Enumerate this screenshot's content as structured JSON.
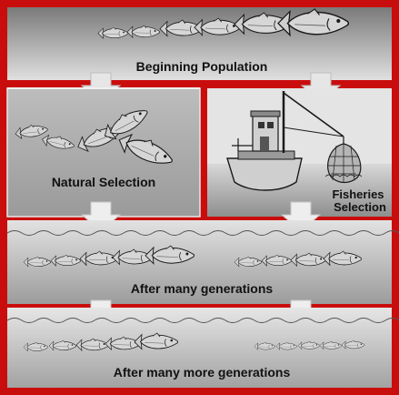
{
  "labels": {
    "beginning": "Beginning Population",
    "natural": "Natural Selection",
    "fisheries_line1": "Fisheries",
    "fisheries_line2": "Selection",
    "after_many": "After many generations",
    "after_many_more": "After many more generations"
  },
  "colors": {
    "frame": "#c90d0d",
    "panel_light": "#d9d9d9",
    "panel_mid": "#a8a8a8",
    "panel_dark": "#8a8a8a",
    "arrow": "#e6e6e6",
    "ink": "#1a1a1a",
    "fish_fill": "#cfcfcf"
  },
  "panels": [
    {
      "id": "beginning",
      "fish": [
        "small",
        "small",
        "medium",
        "medium",
        "large",
        "large"
      ]
    },
    {
      "id": "natural",
      "fish": [
        "small",
        "small",
        "medium",
        "medium",
        "large"
      ]
    },
    {
      "id": "fisheries",
      "icon": "fishing-boat-with-net"
    },
    {
      "id": "after-many-left",
      "fish": [
        "small",
        "small",
        "medium",
        "medium",
        "large"
      ]
    },
    {
      "id": "after-many-right",
      "fish": [
        "small",
        "small",
        "medium",
        "medium"
      ]
    },
    {
      "id": "after-many-more-left",
      "fish": [
        "small",
        "small",
        "medium",
        "medium",
        "large"
      ]
    },
    {
      "id": "after-many-more-right",
      "fish": [
        "small",
        "small",
        "small",
        "small",
        "small"
      ]
    }
  ]
}
